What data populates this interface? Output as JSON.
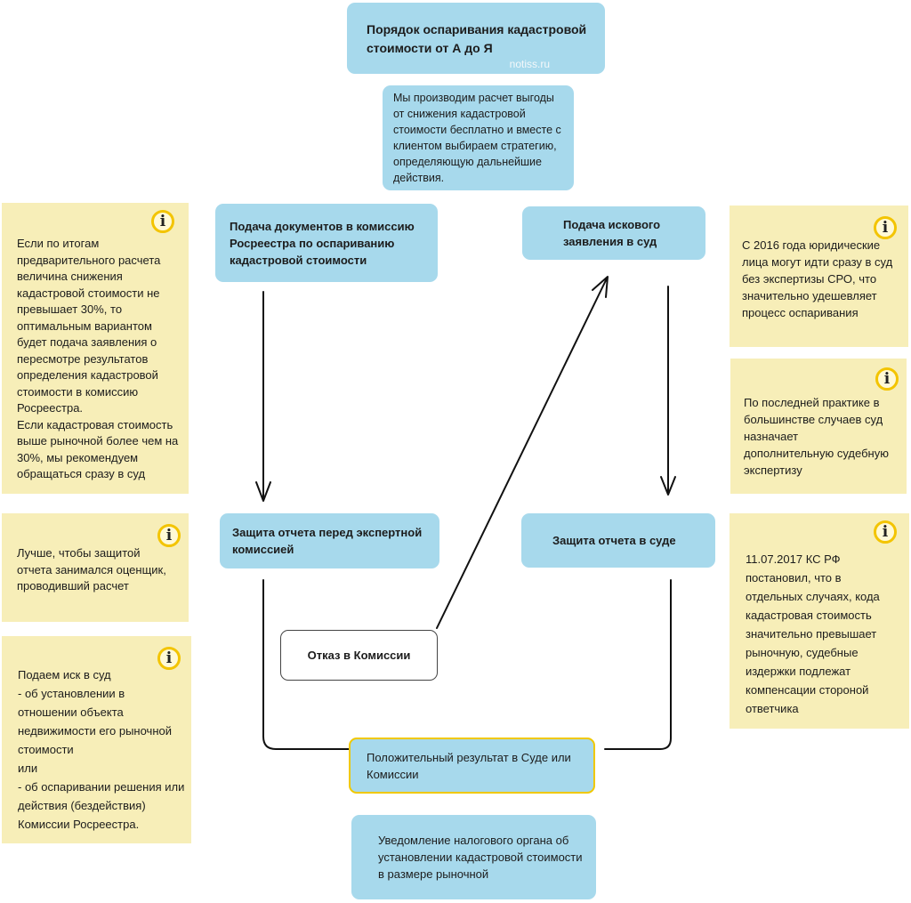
{
  "title": {
    "text": "Порядок оспаривания кадастровой стоимости от А до Я",
    "watermark": "notiss.ru"
  },
  "intro": "Мы производим расчет выгоды от снижения кадастровой стоимости бесплатно и вместе с клиентом выбираем стратегию, определяющую дальнейшие действия.",
  "steps": {
    "commission_filing": "Подача документов в комиссию Росреестра по оспариванию кадастровой стоимости",
    "court_filing": "Подача искового заявления в суд",
    "commission_defense": "Защита отчета перед экспертной комиссией",
    "court_defense": "Защита отчета в суде",
    "commission_refusal": "Отказ в Комиссии",
    "positive_result": "Положительный результат в Суде или Комиссии",
    "tax_notice": "Уведомление налогового органа об установлении кадастровой стоимости в размере рыночной"
  },
  "notes": {
    "info_glyph": "i",
    "left_1": [
      "Если по итогам предварительного расчета величина снижения кадастровой стоимости не превышает 30%, то оптимальным вариантом будет подача заявления о пересмотре результатов определения кадастровой стоимости в комиссию Росреестра.",
      "Если кадастровая стоимость выше рыночной более чем на 30%, мы рекомендуем обращаться сразу в суд"
    ],
    "left_2": "Лучше, чтобы защитой отчета занимался оценщик, проводивший расчет",
    "left_3": [
      "Подаем иск в суд",
      "- об установлении в отношении объекта недвижимости его рыночной стоимости",
      "или",
      "- об оспаривании решения или действия (бездействия) Комиссии Росреестра."
    ],
    "right_1": "С 2016 года юридические лица могут идти сразу в суд без экспертизы СРО, что значительно удешевляет процесс оспаривания",
    "right_2": "По последней практике в большинстве случаев суд назначает дополнительную судебную экспертизу",
    "right_3": "11.07.2017 КС РФ постановил, что в отдельных случаях, кода кадастровая стоимость значительно превышает рыночную, судебные издержки подлежат компенсации стороной ответчика"
  },
  "colors": {
    "step_fill": "#a7d9ec",
    "note_fill": "#f7eeb8",
    "info_ring": "#f3c400",
    "highlight_border": "#f0c800"
  }
}
